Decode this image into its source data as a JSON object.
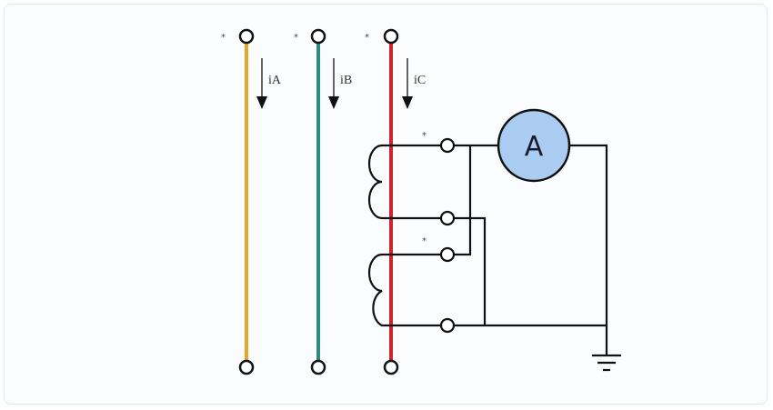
{
  "diagram": {
    "title": "Three-phase current transformer ammeter wiring",
    "phases": [
      {
        "name": "A",
        "current_label": "iA",
        "polarity_mark": "*",
        "color": "#e8a52a"
      },
      {
        "name": "B",
        "current_label": "iB",
        "polarity_mark": "*",
        "color": "#2e8a7a"
      },
      {
        "name": "C",
        "current_label": "iC",
        "polarity_mark": "*",
        "color": "#d0232a"
      }
    ],
    "ct_terminals": [
      {
        "id": "t1",
        "polarity_mark": "*"
      },
      {
        "id": "t2",
        "polarity_mark": ""
      },
      {
        "id": "t3",
        "polarity_mark": "*"
      },
      {
        "id": "t4",
        "polarity_mark": ""
      }
    ],
    "ammeter": {
      "label": "A",
      "fill": "#a9ccf0"
    },
    "ground": {
      "symbol": "ground-icon"
    },
    "wire_color": "#111111"
  }
}
